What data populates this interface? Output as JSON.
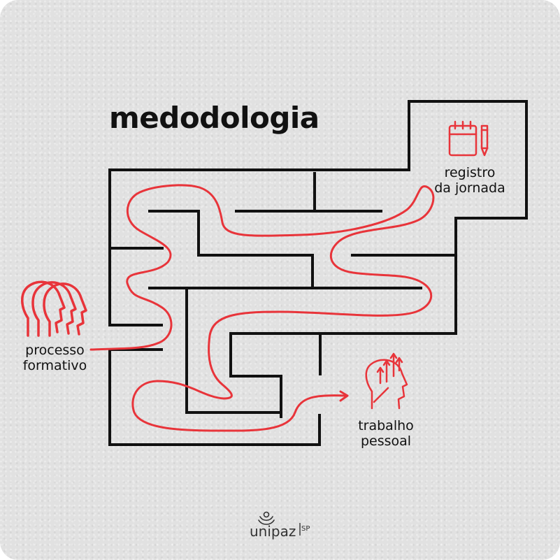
{
  "title": "medodologia",
  "labels": {
    "registro_line1": "registro",
    "registro_line2": "da jornada",
    "processo_line1": "processo",
    "processo_line2": "formativo",
    "trabalho_line1": "trabalho",
    "trabalho_line2": "pessoal"
  },
  "logo": {
    "name": "unipaz",
    "sub": "SP"
  },
  "icons": {
    "registro": "calendar-pencil-icon",
    "processo": "stacked-heads-icon",
    "trabalho": "head-growth-arrows-icon"
  },
  "colors": {
    "path": "#e8343a",
    "walls": "#111111",
    "background": "#e1e1e1"
  }
}
